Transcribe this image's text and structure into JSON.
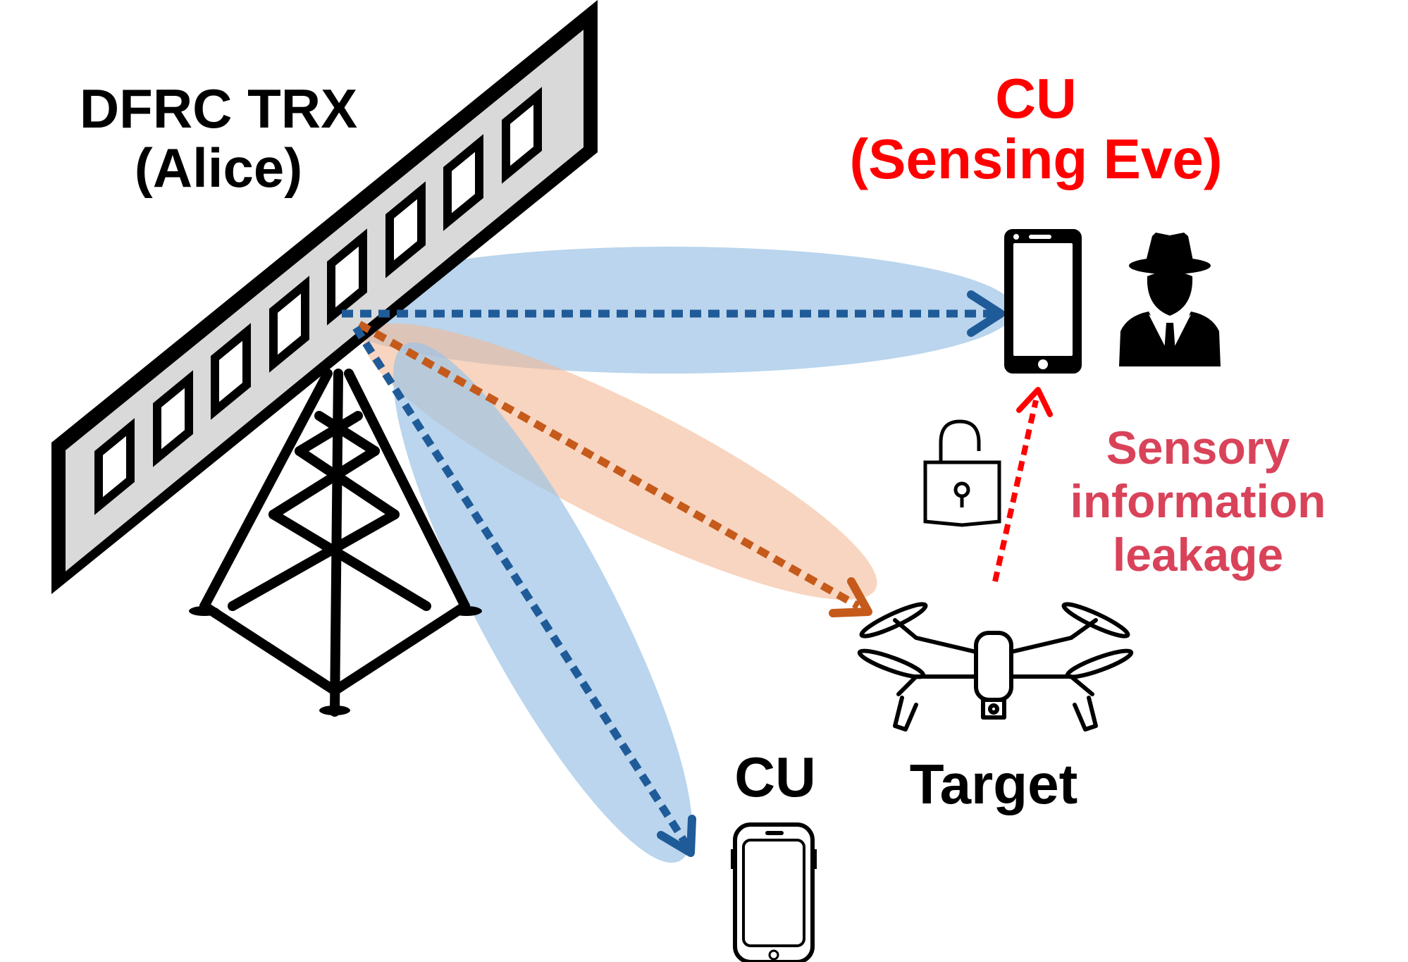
{
  "labels": {
    "transmitter_line1": "DFRC TRX",
    "transmitter_line2": "(Alice)",
    "eve_line1": "CU",
    "eve_line2": "(Sensing Eve)",
    "leak_line1": "Sensory",
    "leak_line2": "information",
    "leak_line3": "leakage",
    "cu_bottom": "CU",
    "target": "Target"
  },
  "colors": {
    "text": "#000000",
    "eve_text": "#ff0000",
    "leak_text": "#d9435a",
    "comm_beam_fill": "#9dc3e6",
    "comm_arrow": "#1f5b99",
    "sense_beam_fill": "#f4b996",
    "sense_arrow": "#c55a1b",
    "leak_arrow": "#ff0000",
    "antenna_frame": "#d9d9d9"
  }
}
